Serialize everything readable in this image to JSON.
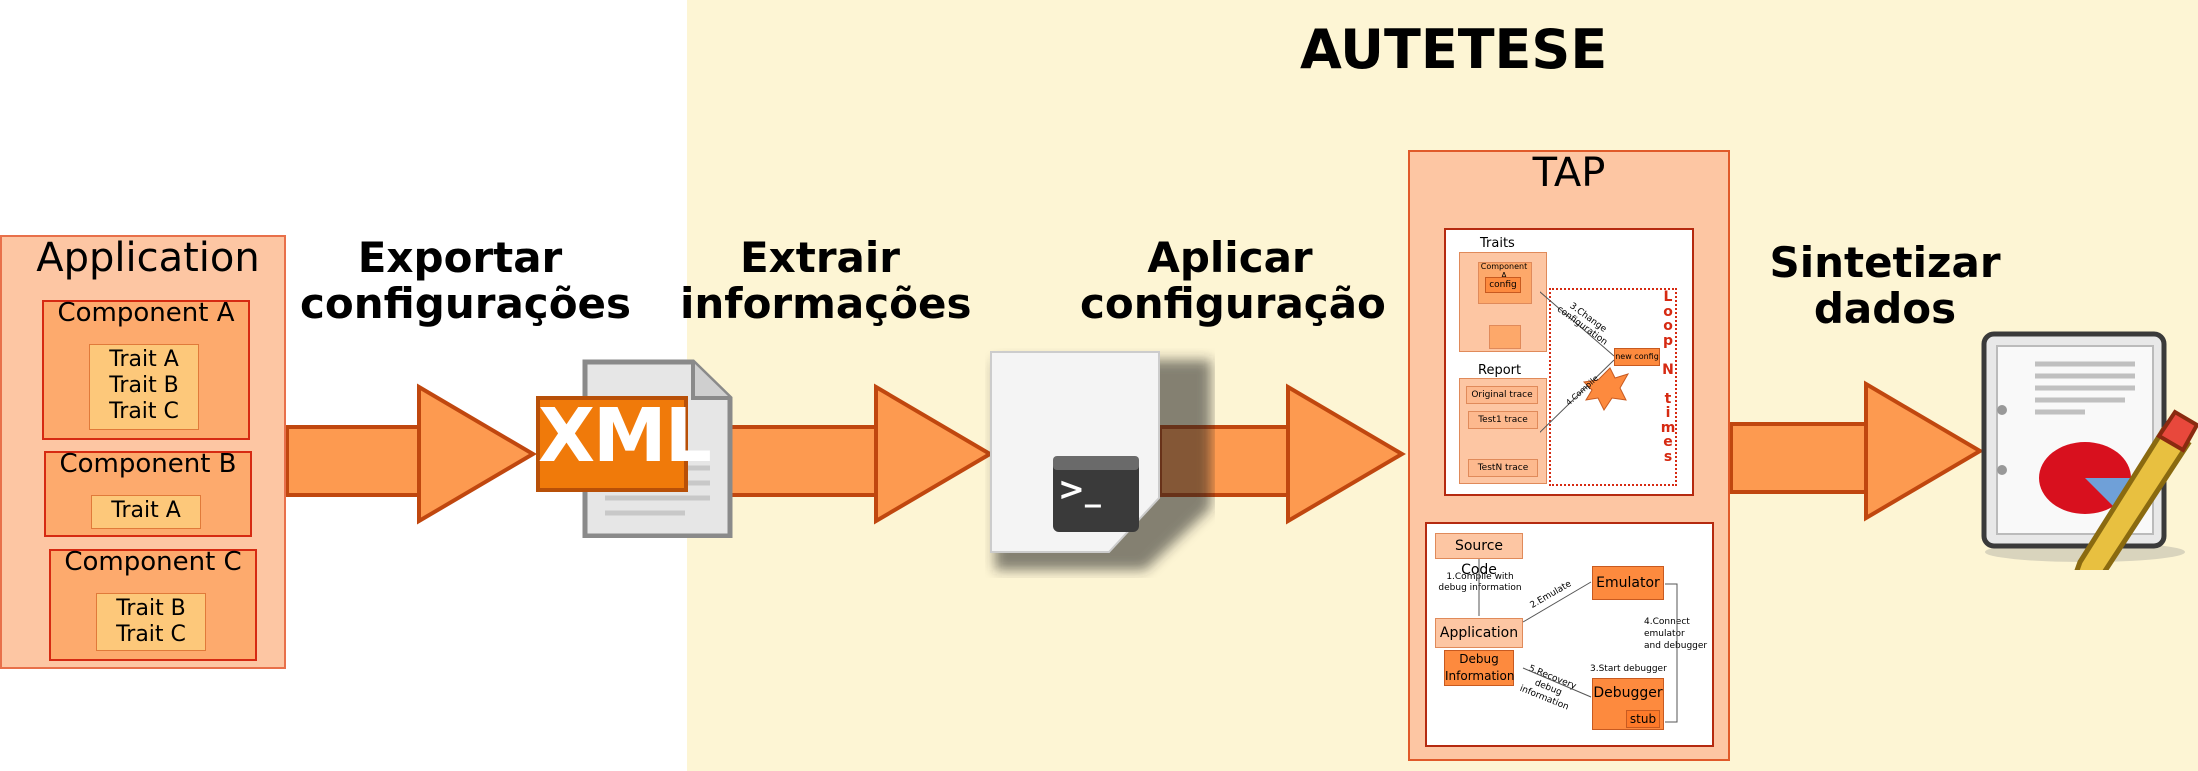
{
  "title": "AUTETESE",
  "steps": {
    "export": "Exportar\nconfigurações",
    "extract": "Extrair\ninformações",
    "apply": "Aplicar\nconfiguração",
    "synth": "Sintetizar\ndados"
  },
  "application": {
    "title": "Application",
    "components": [
      {
        "name": "Component A",
        "traits": "Trait A\nTrait B\nTrait C"
      },
      {
        "name": "Component B",
        "traits": "Trait A"
      },
      {
        "name": "Component C",
        "traits": "Trait B\nTrait C"
      }
    ]
  },
  "xml_icon": "XML",
  "terminal_prompt": ">_",
  "tap": {
    "title": "TAP",
    "traits_panel": {
      "traits_label": "Traits",
      "component": "Component A",
      "config": "config",
      "report_label": "Report",
      "original_trace": "Original trace",
      "test1_trace": "Test1 trace",
      "testn_trace": "TestN trace",
      "new_config": "new config",
      "change_config": "3.Change\nconfiguration",
      "compile": "4.Compile",
      "loop_text": "L\no\no\np\n\nN\n\nt\ni\nm\ne\ns"
    },
    "debug_panel": {
      "source_code": "Source Code",
      "compile_note": "1.Compile with\ndebug information",
      "application": "Application",
      "debug_info": "Debug\nInformation",
      "emulate": "2.Emulate",
      "emulator": "Emulator",
      "connect": "4.Connect\nemulator\nand debugger",
      "start_debugger": "3.Start debugger",
      "recovery": "5.Recovery\ndebug\ninformation",
      "debugger": "Debugger",
      "stub": "stub"
    }
  },
  "colors": {
    "arrow_fill": "#fd9a50",
    "arrow_stroke": "#c0470f",
    "yellow_bg": "#fdf5d4",
    "box_fill": "#fdc6a3"
  }
}
